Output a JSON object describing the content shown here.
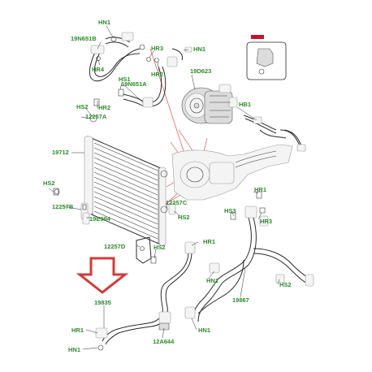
{
  "labels": {
    "l_hn1_top": "HN1",
    "l_19n651b": "19N651B",
    "l_hr3_top": "HR3",
    "l_hn1_topright": "HN1",
    "l_hr4": "HR4",
    "l_hr2_top": "HR2",
    "l_19d623": "19D623",
    "l_hs1": "HS1",
    "l_19n651a": "19N651A",
    "l_hs2_a": "HS2",
    "l_hr2_mid": "HR2",
    "l_12257a": "12257A",
    "l_hb1": "HB1",
    "l_19712": "19712",
    "l_hs2_left": "HS2",
    "l_12257b": "12257B",
    "l_19e994": "19E994",
    "l_12257c": "12257C",
    "l_hs2_mid": "HS2",
    "l_hr1_right": "HR1",
    "l_hs3": "HS3",
    "l_hr3_right": "HR3",
    "l_12257d": "12257D",
    "l_hs2_low": "HS2",
    "l_hr1_mid": "HR1",
    "l_hn1_mid": "HN1",
    "l_hs2_right": "HS2",
    "l_19835": "19835",
    "l_19867": "19867",
    "l_hr1_low": "HR1",
    "l_12a644": "12A644",
    "l_hn1_lowright": "HN1",
    "l_hn1_low": "HN1"
  },
  "colors": {
    "label_green": "#2e8a2a",
    "arrow_red": "#d23a3a",
    "badge_red": "#c8102e",
    "line_dark": "#2a2a2a"
  }
}
